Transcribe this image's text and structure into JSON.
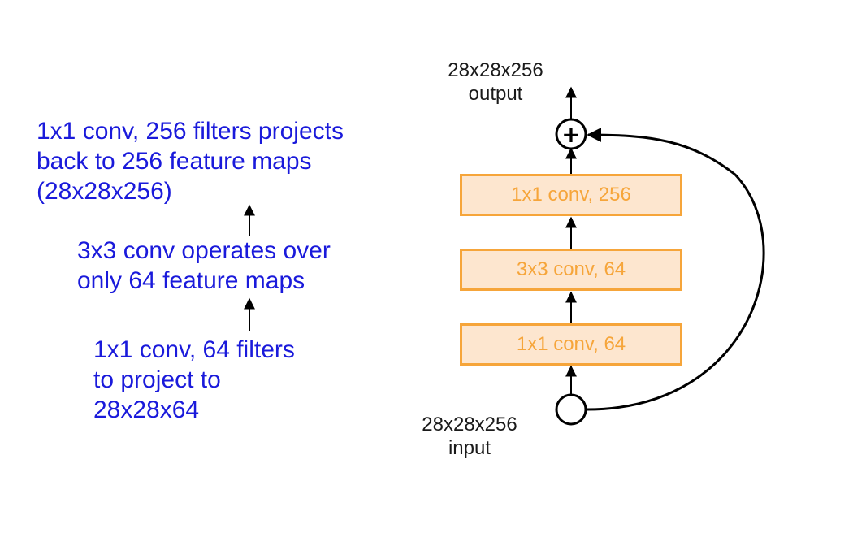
{
  "annotations": {
    "top": [
      "1x1 conv, 256 filters projects",
      "back to 256 feature maps",
      "(28x28x256)"
    ],
    "middle": [
      "3x3 conv operates over",
      "only 64 feature maps"
    ],
    "bottom": [
      "1x1 conv, 64 filters",
      "to project to",
      "28x28x64"
    ]
  },
  "output_label": [
    "28x28x256",
    "output"
  ],
  "input_label": [
    "28x28x256",
    "input"
  ],
  "layers": [
    "1x1 conv, 256",
    "3x3 conv, 64",
    "1x1 conv, 64"
  ],
  "plus_symbol": "+",
  "colors": {
    "annotation_text": "#1a1adb",
    "layer_border": "#f6a53a",
    "layer_fill": "#fde6cf",
    "line": "#000000"
  }
}
